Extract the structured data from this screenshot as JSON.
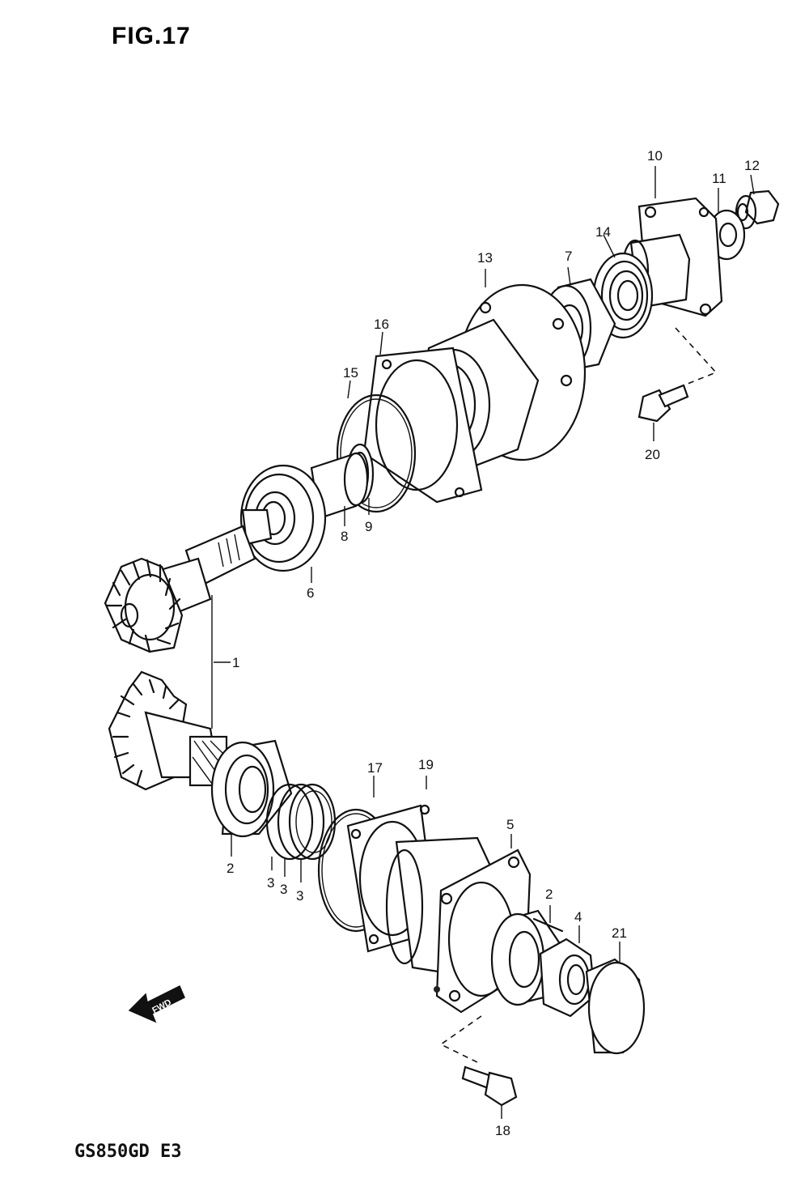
{
  "figure": {
    "title": "FIG.17",
    "model_code": "GS850GD E3",
    "fwd_label": "FWD"
  },
  "callouts": [
    {
      "id": "c10",
      "text": "10"
    },
    {
      "id": "c11",
      "text": "11"
    },
    {
      "id": "c12",
      "text": "12"
    },
    {
      "id": "c14",
      "text": "14"
    },
    {
      "id": "c13",
      "text": "13"
    },
    {
      "id": "c7",
      "text": "7"
    },
    {
      "id": "c16",
      "text": "16"
    },
    {
      "id": "c15",
      "text": "15"
    },
    {
      "id": "c20",
      "text": "20"
    },
    {
      "id": "c8",
      "text": "8"
    },
    {
      "id": "c9",
      "text": "9"
    },
    {
      "id": "c6",
      "text": "6"
    },
    {
      "id": "c1",
      "text": "1"
    },
    {
      "id": "c17",
      "text": "17"
    },
    {
      "id": "c19",
      "text": "19"
    },
    {
      "id": "c5",
      "text": "5"
    },
    {
      "id": "c2a",
      "text": "2"
    },
    {
      "id": "c3a",
      "text": "3"
    },
    {
      "id": "c3b",
      "text": "3"
    },
    {
      "id": "c3c",
      "text": "3"
    },
    {
      "id": "c2b",
      "text": "2"
    },
    {
      "id": "c4",
      "text": "4"
    },
    {
      "id": "c21",
      "text": "21"
    },
    {
      "id": "c18",
      "text": "18"
    }
  ]
}
